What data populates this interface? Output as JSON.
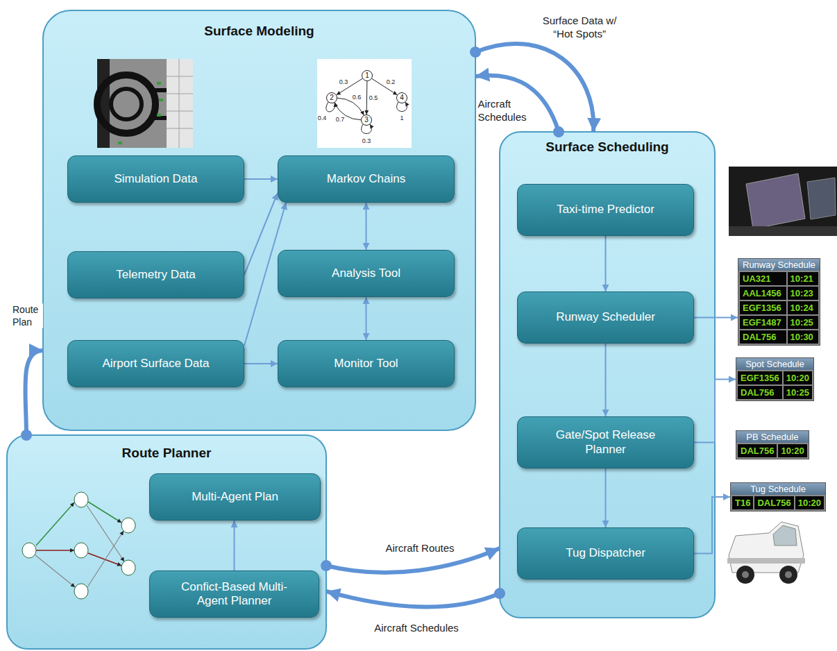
{
  "diagram": {
    "nodes": [
      {
        "text": [
          "Surface Modeling"
        ]
      },
      {
        "text": [
          "1"
        ],
        "in": 0
      },
      {
        "text": [
          "2"
        ],
        "in": 0
      },
      {
        "text": [
          "3"
        ],
        "in": 0
      },
      {
        "text": [
          "4"
        ],
        "in": 0
      },
      {
        "text": [
          "Simulation Data"
        ],
        "in": 0
      },
      {
        "text": [
          "Markov Chains"
        ],
        "in": 0
      },
      {
        "text": [
          "Telemetry Data"
        ],
        "in": 0
      },
      {
        "text": [
          "Analysis Tool"
        ],
        "in": 0
      },
      {
        "text": [
          "Airport Surface Data"
        ],
        "in": 0
      },
      {
        "text": [
          "Monitor Tool"
        ],
        "in": 0
      },
      {
        "text": [
          "Surface Scheduling"
        ]
      },
      {
        "text": [
          "Taxi-time Predictor"
        ],
        "in": 11
      },
      {
        "text": [
          "Runway Scheduler"
        ],
        "in": 11
      },
      {
        "text": [
          "Gate/Spot Release Planner"
        ],
        "in": 11
      },
      {
        "text": [
          "Tug Dispatcher"
        ],
        "in": 11
      },
      {
        "text": [
          "Runway Schedule",
          "UA321",
          "10:21",
          "AAL1456",
          "10:23",
          "EGF1356",
          "10:24",
          "EGF1487",
          "10:25",
          "DAL756",
          "10:30"
        ]
      },
      {
        "text": [
          "Spot Schedule",
          "EGF1356",
          "10:20",
          "DAL756",
          "10:25"
        ]
      },
      {
        "text": [
          "PB Schedule",
          "DAL756",
          "10:20"
        ]
      },
      {
        "text": [
          "Tug Schedule",
          "T16",
          "DAL756",
          "10:20"
        ]
      },
      {
        "text": [
          "Route Planner"
        ]
      },
      {
        "text": [
          "Multi-Agent Plan"
        ],
        "in": 20
      },
      {
        "text": [
          "Confict-Based Multi-Agent Planner"
        ],
        "in": 20
      }
    ],
    "edges": [
      {
        "from": 5,
        "to": 6,
        "arrow": "to"
      },
      {
        "from": 7,
        "to": 6,
        "arrow": "to"
      },
      {
        "from": 9,
        "to": 6,
        "arrow": "to"
      },
      {
        "from": 9,
        "to": 10,
        "arrow": "to"
      },
      {
        "from": 6,
        "to": 8,
        "arrow": "both"
      },
      {
        "from": 8,
        "to": 10,
        "arrow": "both"
      },
      {
        "from": 12,
        "to": 13,
        "arrow": "to"
      },
      {
        "from": 13,
        "to": 14,
        "arrow": "to"
      },
      {
        "from": 14,
        "to": 15,
        "arrow": "to"
      },
      {
        "from": 22,
        "to": 21,
        "arrow": "to"
      },
      {
        "from": 0,
        "to": 11,
        "label": "Surface Data w/ “Hot Spots”",
        "arrow": "to"
      },
      {
        "from": 11,
        "to": 0,
        "label": "Aircraft Schedules",
        "arrow": "to"
      },
      {
        "from": 20,
        "to": 0,
        "label": "Route Plan",
        "arrow": "to"
      },
      {
        "from": 20,
        "to": 11,
        "label": "Aircraft Routes",
        "arrow": "to"
      },
      {
        "from": 11,
        "to": 20,
        "label": "Aircraft Schedules",
        "arrow": "to"
      },
      {
        "from": 13,
        "to": 16,
        "arrow": "to"
      },
      {
        "from": 14,
        "to": 17,
        "arrow": "to"
      },
      {
        "from": 15,
        "to": 19,
        "arrow": "to"
      },
      {
        "from": 1,
        "to": 2,
        "label": "0.3",
        "arrow": "to"
      },
      {
        "from": 1,
        "to": 3,
        "label": "0.5",
        "arrow": "to"
      },
      {
        "from": 1,
        "to": 4,
        "label": "0.2",
        "arrow": "to"
      },
      {
        "from": 2,
        "to": 3,
        "label": "0.6",
        "arrow": "to"
      },
      {
        "from": 3,
        "to": 2,
        "label": "0.7",
        "arrow": "to"
      }
    ],
    "labels": [
      "0.4",
      "0.3",
      "1"
    ]
  }
}
